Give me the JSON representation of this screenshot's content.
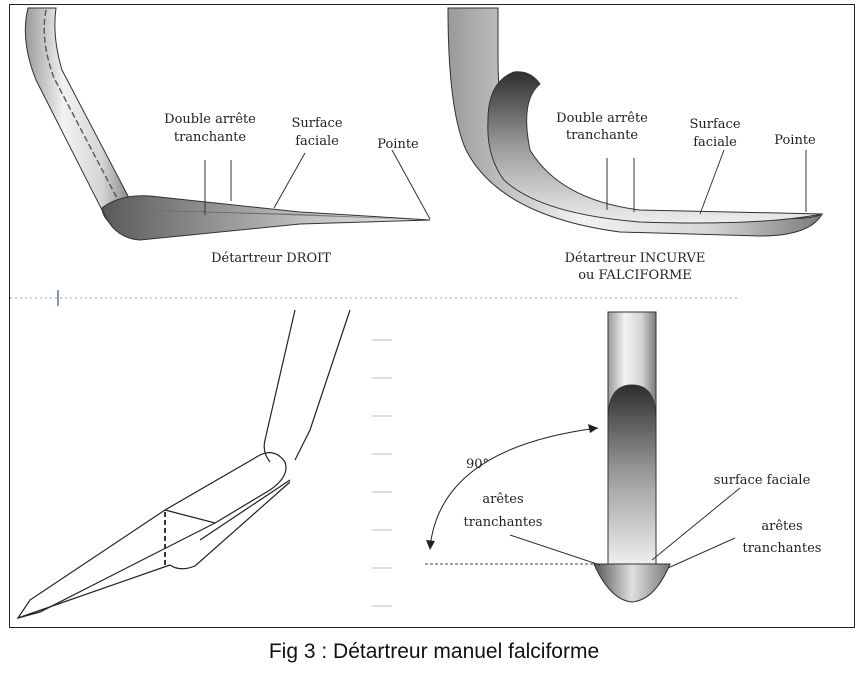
{
  "figure": {
    "caption": "Fig 3 : Détartreur manuel falciforme"
  },
  "panel_top_left": {
    "label_double_line1": "Double arrête",
    "label_double_line2": "tranchante",
    "label_surface_line1": "Surface",
    "label_surface_line2": "faciale",
    "label_tip": "Pointe",
    "title": "Détartreur DROIT"
  },
  "panel_top_right": {
    "label_double_line1": "Double arrête",
    "label_double_line2": "tranchante",
    "label_surface_line1": "Surface",
    "label_surface_line2": "faciale",
    "label_tip": "Pointe",
    "title_line1": "Détartreur INCURVE",
    "title_line2": "ou FALCIFORME"
  },
  "panel_bottom_right": {
    "angle": "90°",
    "label_edges_left_line1": "arêtes",
    "label_edges_left_line2": "tranchantes",
    "label_surface": "surface faciale",
    "label_edges_right_line1": "arêtes",
    "label_edges_right_line2": "tranchantes"
  }
}
